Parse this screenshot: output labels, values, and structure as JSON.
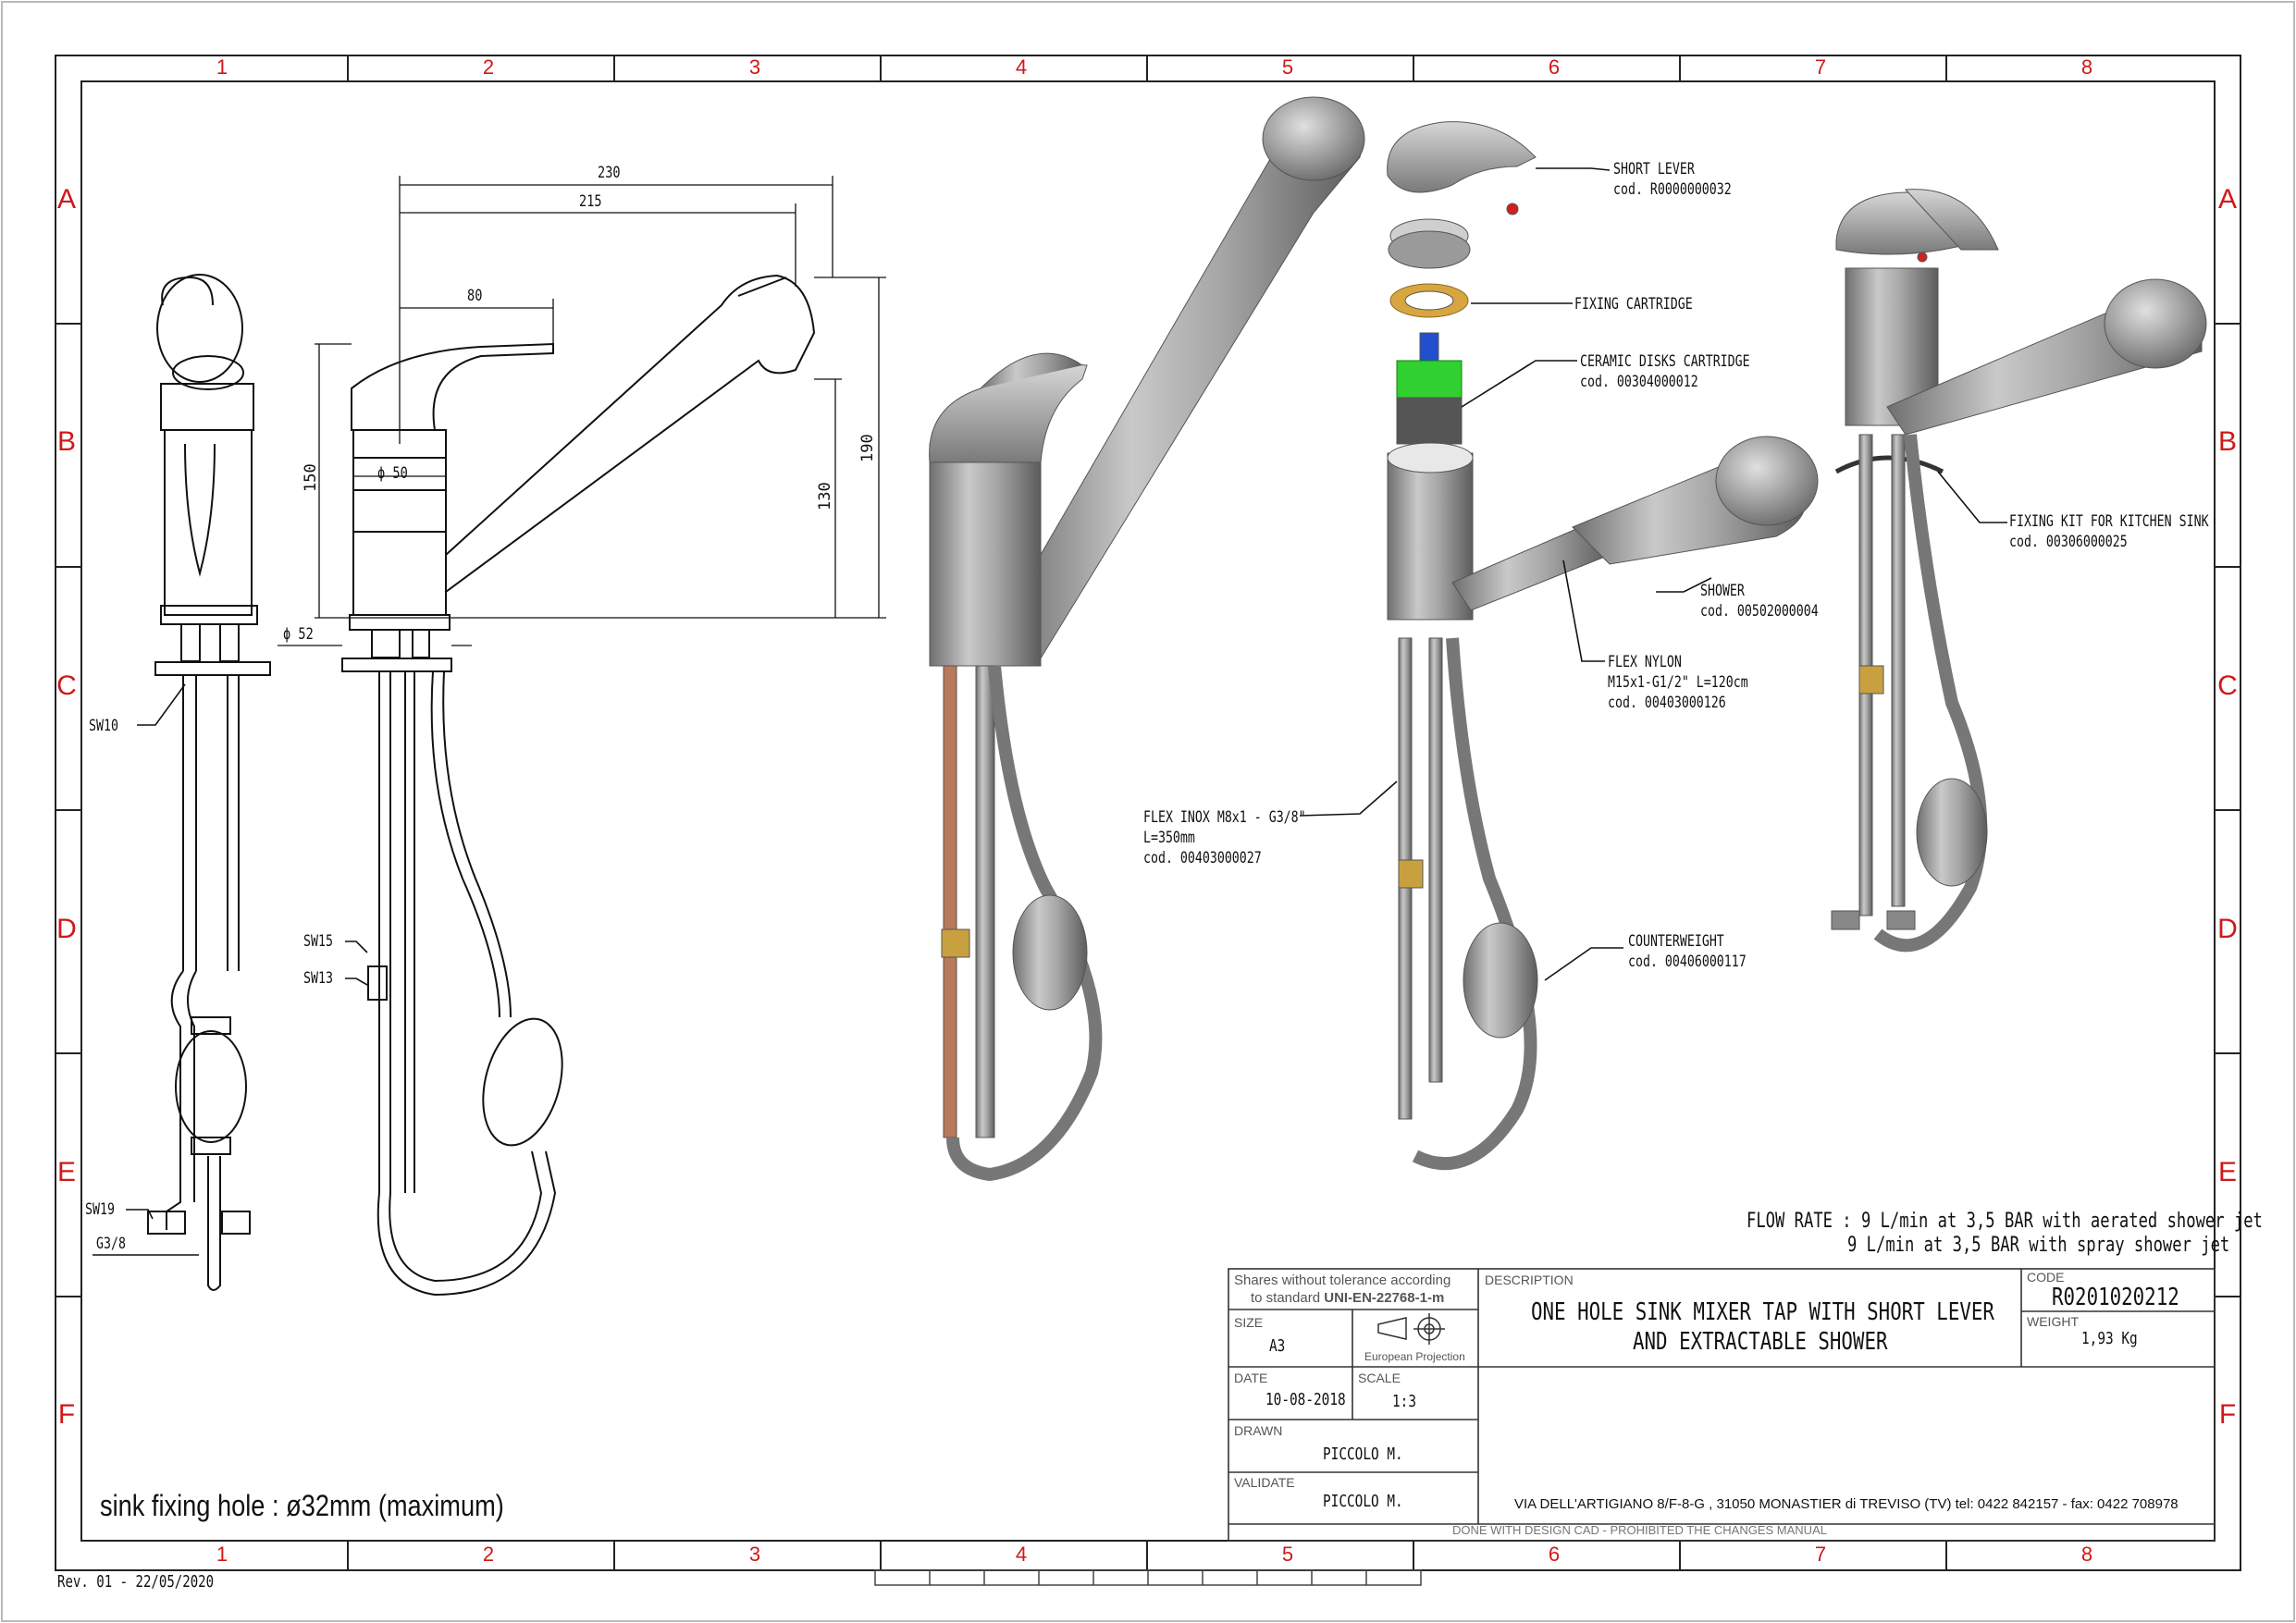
{
  "grid": {
    "columns": [
      "1",
      "2",
      "3",
      "4",
      "5",
      "6",
      "7",
      "8"
    ],
    "rows": [
      "A",
      "B",
      "C",
      "D",
      "E",
      "F"
    ],
    "color": "#d01818"
  },
  "dimensions": {
    "d230": "230",
    "d215": "215",
    "d80": "80",
    "d150": "150",
    "d190": "190",
    "d130": "130",
    "phi50": "ϕ 50",
    "phi52": "ϕ 52"
  },
  "wrench_labels": {
    "sw10": "SW10",
    "sw15": "SW15",
    "sw13": "SW13",
    "sw19": "SW19",
    "g38": "G3/8"
  },
  "callouts": {
    "short_lever": {
      "name": "SHORT LEVER",
      "code": "cod. R0000000032"
    },
    "fixing_cartridge": {
      "name": "FIXING CARTRIDGE"
    },
    "ceramic": {
      "name": "CERAMIC DISKS CARTRIDGE",
      "code": "cod. 00304000012"
    },
    "shower": {
      "name": "SHOWER",
      "code": "cod. 00502000004"
    },
    "flex_nylon": {
      "name": "FLEX NYLON",
      "spec": "M15x1-G1/2\" L=120cm",
      "code": "cod. 00403000126"
    },
    "flex_inox": {
      "name": "FLEX INOX M8x1 - G3/8\"",
      "spec": "L=350mm",
      "code": "cod. 00403000027"
    },
    "counterweight": {
      "name": "COUNTERWEIGHT",
      "code": "cod. 00406000117"
    },
    "fixing_kit": {
      "name": "FIXING KIT FOR KITCHEN SINK",
      "code": "cod. 00306000025"
    }
  },
  "flow_rate": {
    "line1": "FLOW RATE : 9 L/min at 3,5 BAR with aerated shower jet",
    "line2": "9 L/min at 3,5 BAR with spray shower jet"
  },
  "sink_note": "sink fixing hole : ø32mm (maximum)",
  "revision": "Rev. 01 - 22/05/2020",
  "title_block": {
    "tolerance_line1": "Shares without tolerance according",
    "tolerance_line2_prefix": "to standard",
    "tolerance_standard": "UNI-EN-22768-1-m",
    "size_label": "SIZE",
    "size_value": "A3",
    "projection_label": "European Projection",
    "date_label": "DATE",
    "date_value": "10-08-2018",
    "scale_label": "SCALE",
    "scale_value": "1:3",
    "drawn_label": "DRAWN",
    "drawn_value": "PICCOLO M.",
    "validate_label": "VALIDATE",
    "validate_value": "PICCOLO M.",
    "description_label": "DESCRIPTION",
    "description_line1": "ONE HOLE SINK MIXER TAP WITH SHORT LEVER",
    "description_line2": "AND EXTRACTABLE SHOWER",
    "code_label": "CODE",
    "code_value": "R0201020212",
    "weight_label": "WEIGHT",
    "weight_value": "1,93 Kg",
    "address": "VIA DELL'ARTIGIANO 8/F-8-G , 31050 MONASTIER di TREVISO (TV) tel: 0422 842157 - fax: 0422 708978",
    "footer": "DONE WITH DESIGN CAD - PROHIBITED THE CHANGES MANUAL"
  }
}
